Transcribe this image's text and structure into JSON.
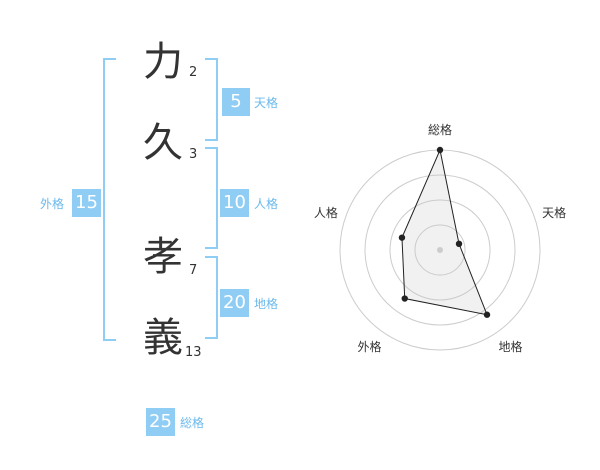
{
  "name": {
    "chars": [
      {
        "char": "力",
        "strokes": "2"
      },
      {
        "char": "久",
        "strokes": "3"
      },
      {
        "char": "孝",
        "strokes": "7"
      },
      {
        "char": "義",
        "strokes": "13"
      }
    ]
  },
  "fortunes": {
    "tenkaku": {
      "value": "5",
      "label": "天格"
    },
    "jinkaku": {
      "value": "10",
      "label": "人格"
    },
    "chikaku": {
      "value": "20",
      "label": "地格"
    },
    "gaikaku": {
      "value": "15",
      "label": "外格"
    },
    "soukaku": {
      "value": "25",
      "label": "総格"
    }
  },
  "colors": {
    "accent": "#8fcdf5",
    "label": "#6cb9ec",
    "bracket": "#8fcdf5"
  },
  "chart_data": {
    "type": "radar",
    "axes": [
      "総格",
      "天格",
      "地格",
      "外格",
      "人格"
    ],
    "values": [
      25,
      5,
      20,
      15,
      10
    ],
    "rings": 4,
    "max": 25,
    "grid": true
  }
}
